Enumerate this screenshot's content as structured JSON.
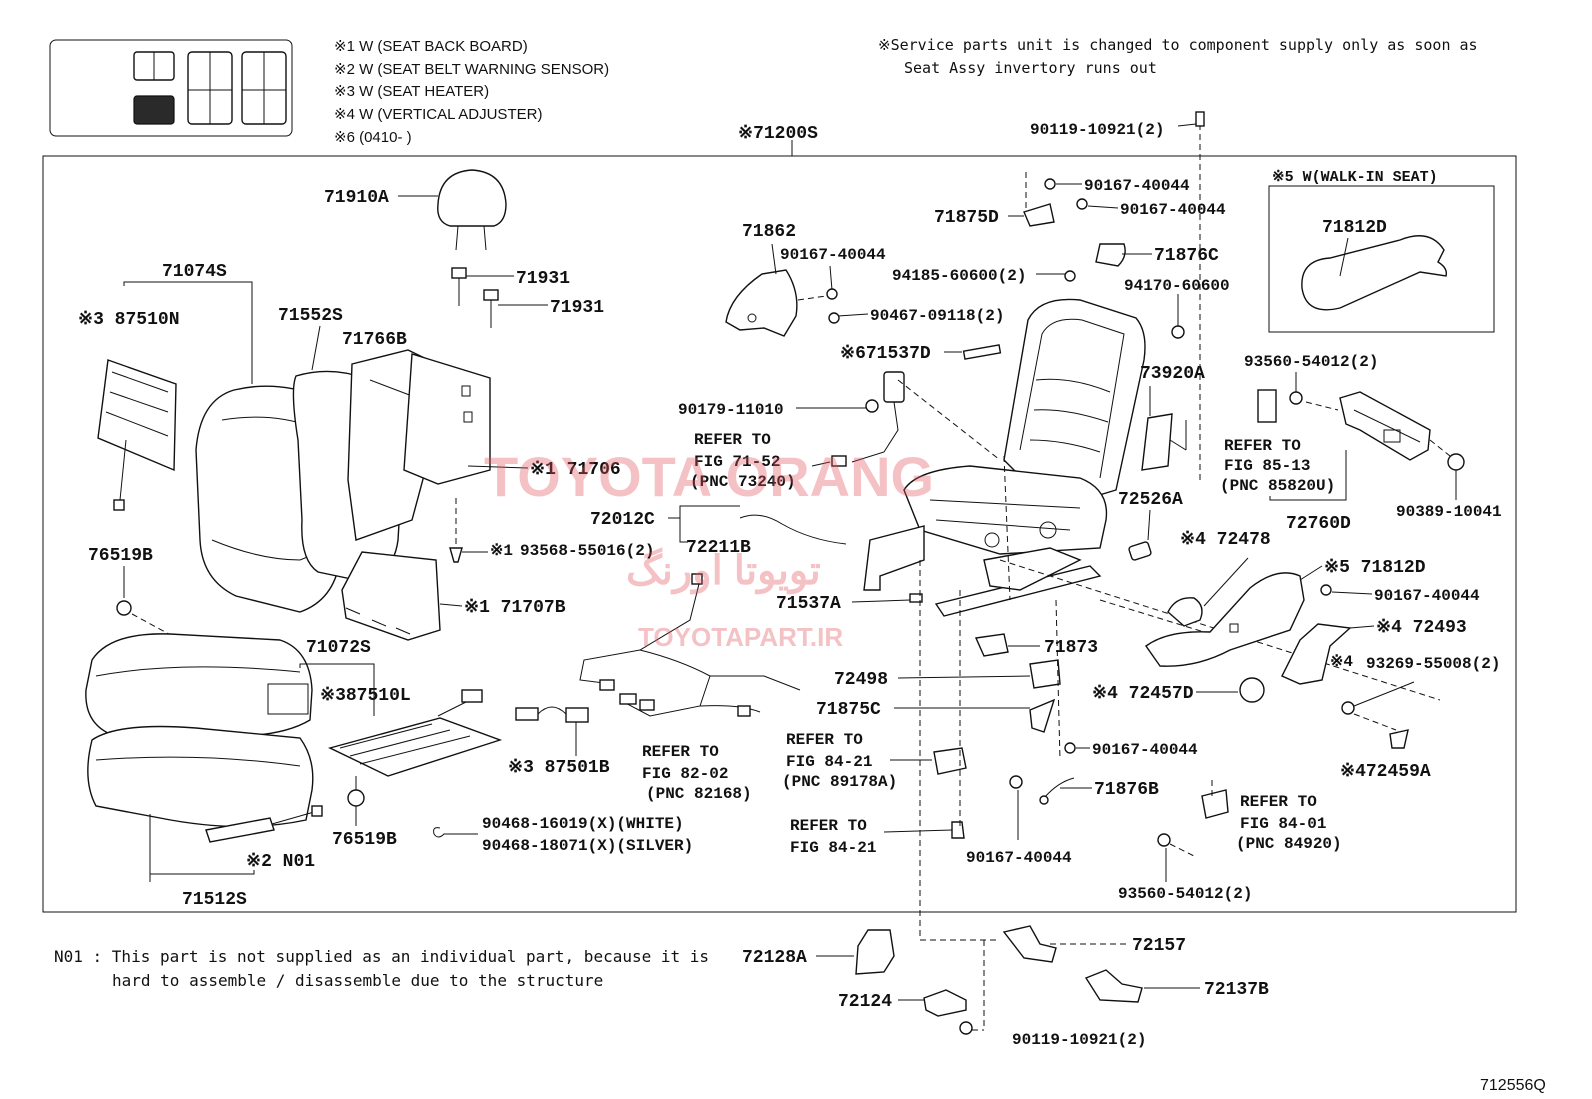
{
  "legend": {
    "notes": [
      "※1  W (SEAT BACK BOARD)",
      "※2  W (SEAT BELT WARNING SENSOR)",
      "※3  W (SEAT  HEATER)",
      "※4  W (VERTICAL ADJUSTER)",
      "※6  (0410-      )"
    ]
  },
  "service_note": {
    "line1": "※Service parts unit is changed to component supply only as soon as",
    "line2": "Seat Assy invertory runs out"
  },
  "assembly_label": "※71200S",
  "walkin_box_title": "※5  W(WALK-IN SEAT)",
  "labels": {
    "p71910A": "71910A",
    "p71931a": "71931",
    "p71931b": "71931",
    "p71074S": "71074S",
    "p87510N": "※3 87510N",
    "p71552S": "71552S",
    "p71766B": "71766B",
    "p71706": "※1 71706",
    "p93568": "93568-55016(2)",
    "p93568mark": "※1",
    "p71707B": "※1  71707B",
    "p76519Ba": "76519B",
    "p76519Bb": "76519B",
    "p71072S": "71072S",
    "p87510L": "※387510L",
    "p87501B": "※3 87501B",
    "pN01": "※2 N01",
    "p71512S": "71512S",
    "p90468a": "90468-16019(X)(WHITE)",
    "p90468b": "90468-18071(X)(SILVER)",
    "p71862": "71862",
    "p90167a": "90167-40044",
    "p90467": "90467-09118(2)",
    "p71537D": "※671537D",
    "p90179": "90179-11010",
    "ref7152a": "REFER TO",
    "ref7152b": "FIG 71-52",
    "ref7152c": "(PNC 73240)",
    "p72012C": "72012C",
    "p72211B": "72211B",
    "p71537A": "71537A",
    "ref8202a": "REFER TO",
    "ref8202b": "FIG 82-02",
    "ref8202c": "(PNC 82168)",
    "p90119top": "90119-10921(2)",
    "p90167b": "90167-40044",
    "p90167c": "90167-40044",
    "p71875D": "71875D",
    "p71876C": "71876C",
    "p94185": "94185-60600(2)",
    "p94170": "94170-60600",
    "p73920A": "73920A",
    "p72526A": "72526A",
    "p71873": "71873",
    "p72498": "72498",
    "p71875C": "71875C",
    "ref8421a": "REFER TO",
    "ref8421b": "FIG 84-21",
    "ref8421c": "(PNC 89178A)",
    "ref8421d": "REFER TO",
    "ref8421e": "FIG 84-21",
    "p90167d": "90167-40044",
    "p71876B": "71876B",
    "p90167e": "90167-40044",
    "p71812Dbox": "71812D",
    "p93560a": "93560-54012(2)",
    "ref8513a": "REFER TO",
    "ref8513b": "FIG 85-13",
    "ref8513c": "(PNC 85820U)",
    "p72760D": "72760D",
    "p90389": "90389-10041",
    "p72478": "※4  72478",
    "p71812D": "※5 71812D",
    "p90167f": "90167-40044",
    "p72493": "※4 72493",
    "p93269": "93269-55008(2)",
    "p93269mark": "※4",
    "p72457D": "※4 72457D",
    "p72459A": "※472459A",
    "ref8401a": "REFER TO",
    "ref8401b": "FIG 84-01",
    "ref8401c": "(PNC 84920)",
    "p93560b": "93560-54012(2)",
    "p72128A": "72128A",
    "p72124": "72124",
    "p72157": "72157",
    "p72137B": "72137B",
    "p90119bot": "90119-10921(2)"
  },
  "footnote": {
    "line1": "N01 : This part is not supplied as an individual part, because it is",
    "line2": "hard to assemble / disassemble due to the structure"
  },
  "diagram_id": "712556Q",
  "watermarks": {
    "latin": "TOYOTA ORANG",
    "arabic": "تويوتا اورنگ",
    "url": "TOYOTAPART.IR"
  }
}
